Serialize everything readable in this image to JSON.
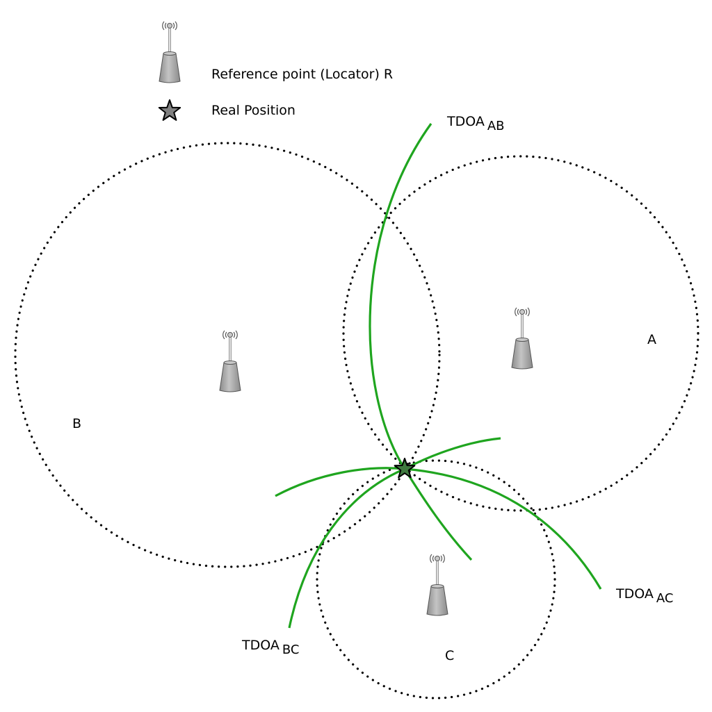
{
  "legend": {
    "reference_label": "Reference point (Locator) R",
    "position_label": "Real Position"
  },
  "regions": {
    "a": "A",
    "b": "B",
    "c": "C"
  },
  "curves": {
    "ab": {
      "main": "TDOA",
      "sub": "AB"
    },
    "ac": {
      "main": "TDOA",
      "sub": "AC"
    },
    "bc": {
      "main": "TDOA",
      "sub": "BC"
    }
  },
  "colors": {
    "tdoa_curve": "#1fa51f",
    "circle": "#000000",
    "antenna_body": "#a9a9a9",
    "star_fill": "#808080"
  }
}
